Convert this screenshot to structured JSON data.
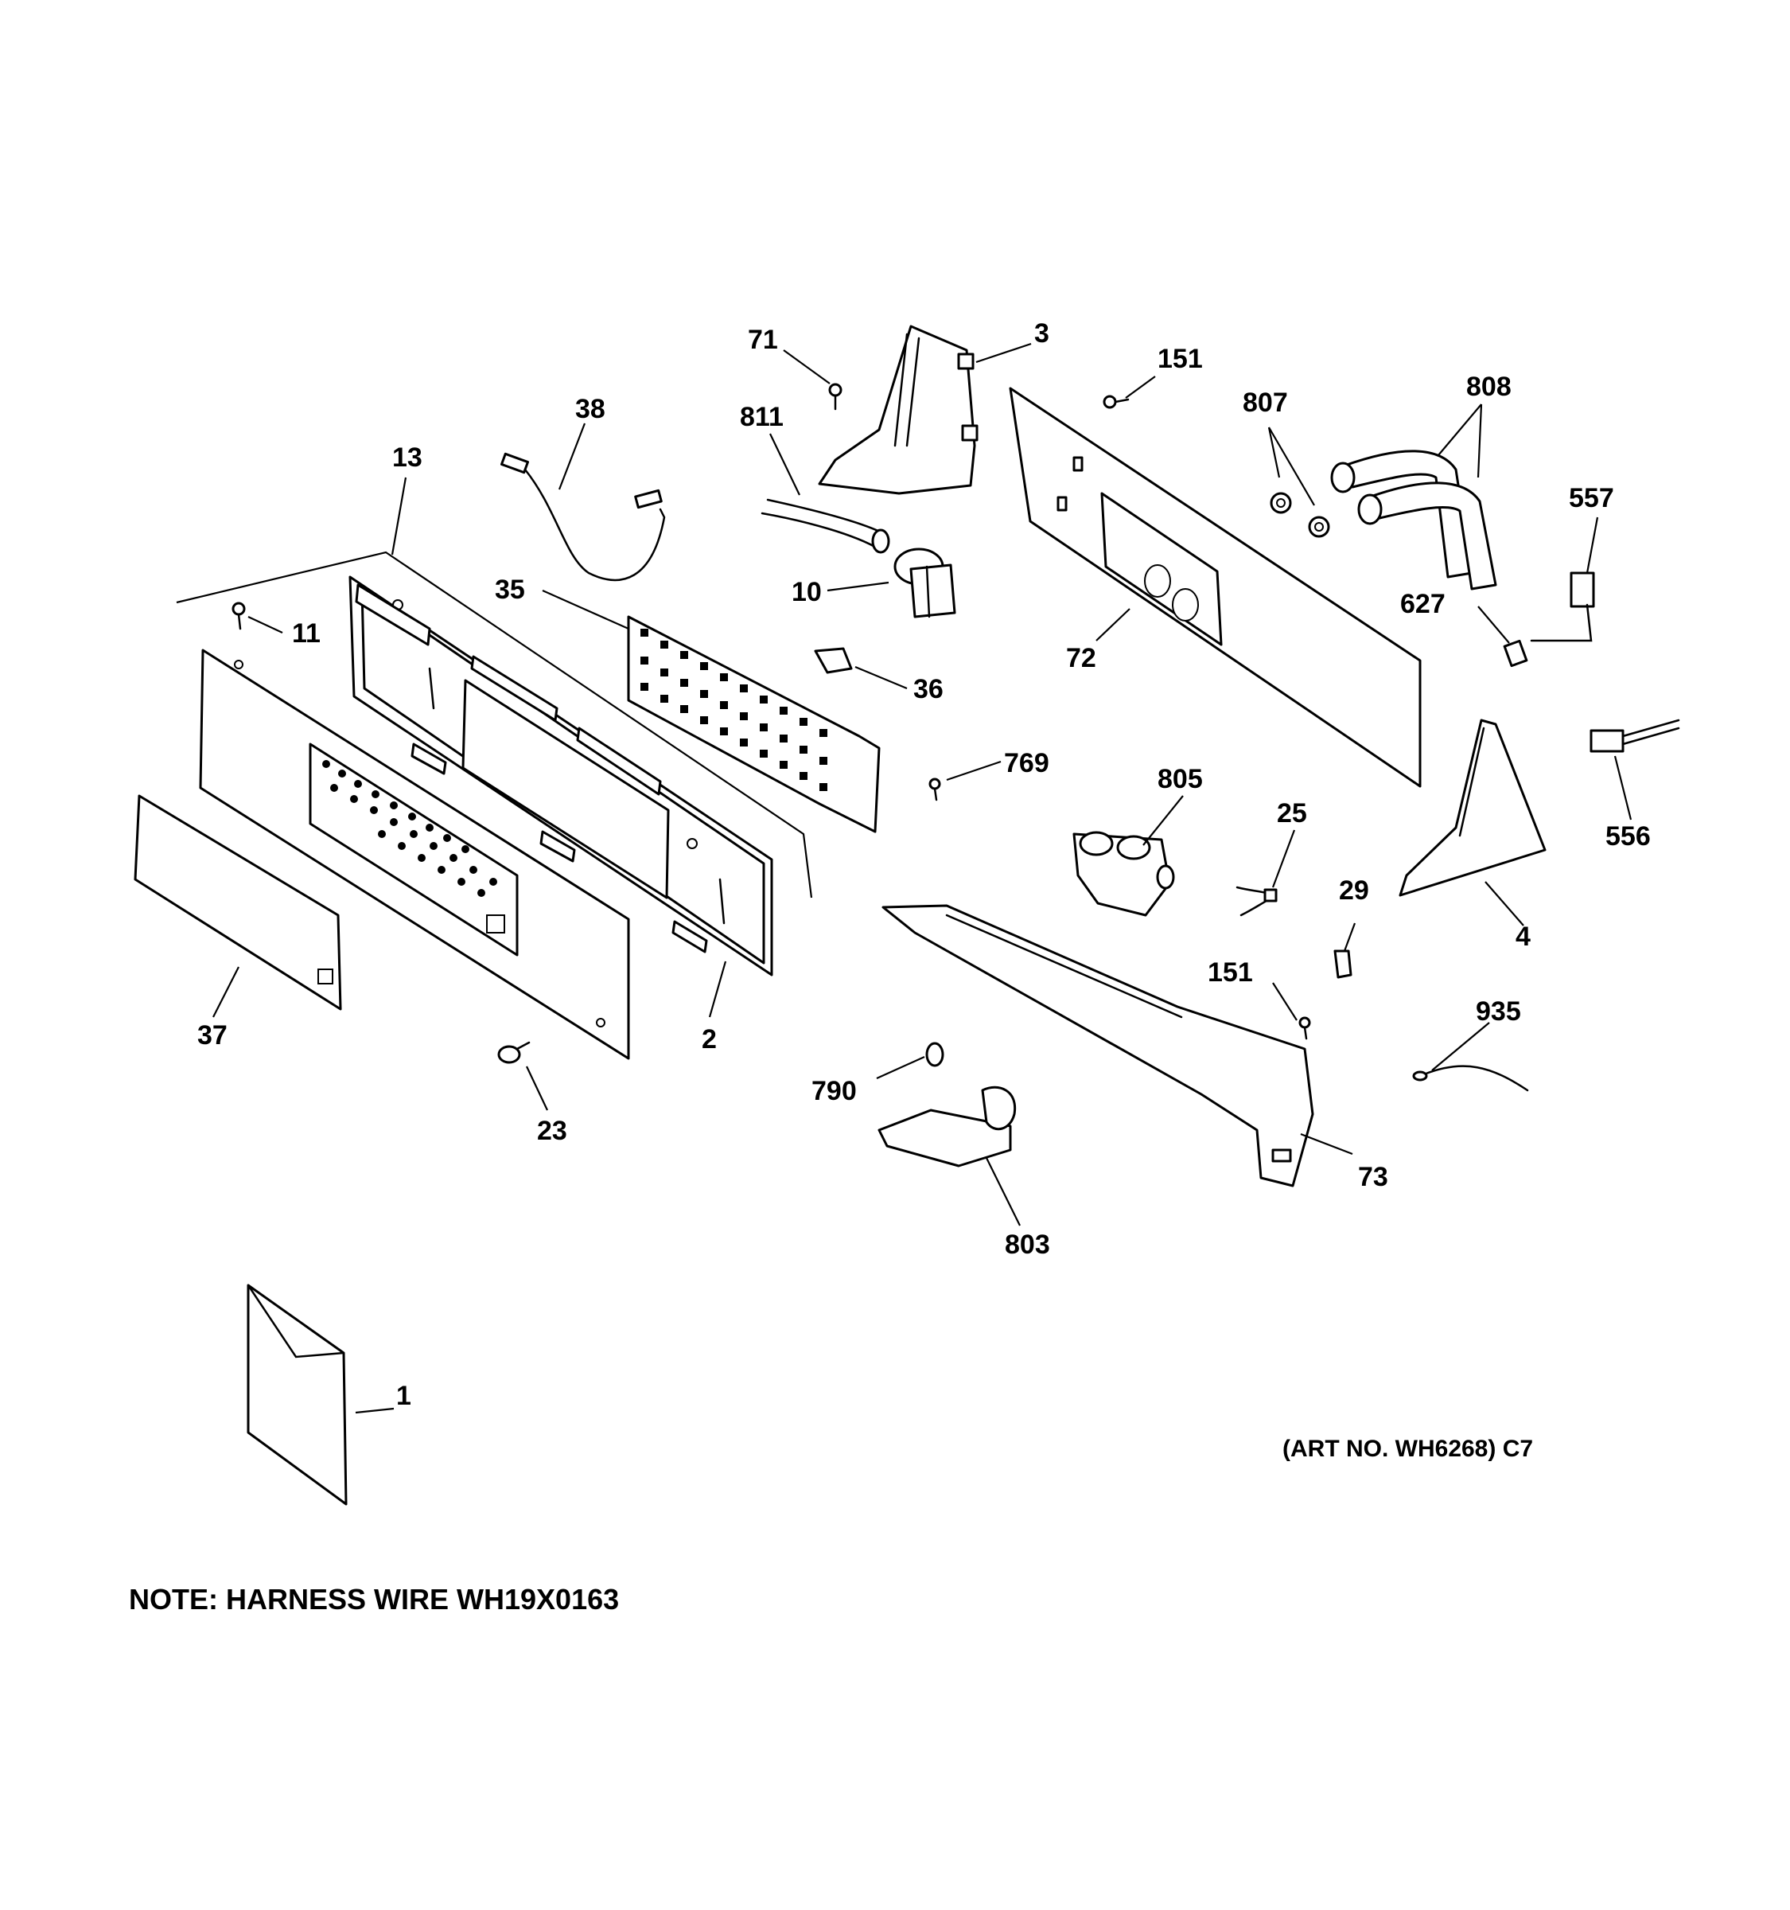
{
  "diagram": {
    "note": "NOTE: HARNESS WIRE WH19X0163",
    "art_number": "(ART NO. WH6268) C7",
    "callouts": [
      {
        "id": "71",
        "label": "71"
      },
      {
        "id": "3",
        "label": "3"
      },
      {
        "id": "151a",
        "label": "151"
      },
      {
        "id": "807",
        "label": "807"
      },
      {
        "id": "808",
        "label": "808"
      },
      {
        "id": "38",
        "label": "38"
      },
      {
        "id": "811",
        "label": "811"
      },
      {
        "id": "13",
        "label": "13"
      },
      {
        "id": "557",
        "label": "557"
      },
      {
        "id": "35",
        "label": "35"
      },
      {
        "id": "10",
        "label": "10"
      },
      {
        "id": "627",
        "label": "627"
      },
      {
        "id": "11",
        "label": "11"
      },
      {
        "id": "72",
        "label": "72"
      },
      {
        "id": "36",
        "label": "36"
      },
      {
        "id": "769",
        "label": "769"
      },
      {
        "id": "805",
        "label": "805"
      },
      {
        "id": "25",
        "label": "25"
      },
      {
        "id": "556",
        "label": "556"
      },
      {
        "id": "29",
        "label": "29"
      },
      {
        "id": "4",
        "label": "4"
      },
      {
        "id": "151b",
        "label": "151"
      },
      {
        "id": "935",
        "label": "935"
      },
      {
        "id": "37",
        "label": "37"
      },
      {
        "id": "2",
        "label": "2"
      },
      {
        "id": "790",
        "label": "790"
      },
      {
        "id": "23",
        "label": "23"
      },
      {
        "id": "73",
        "label": "73"
      },
      {
        "id": "803",
        "label": "803"
      },
      {
        "id": "1",
        "label": "1"
      }
    ]
  }
}
